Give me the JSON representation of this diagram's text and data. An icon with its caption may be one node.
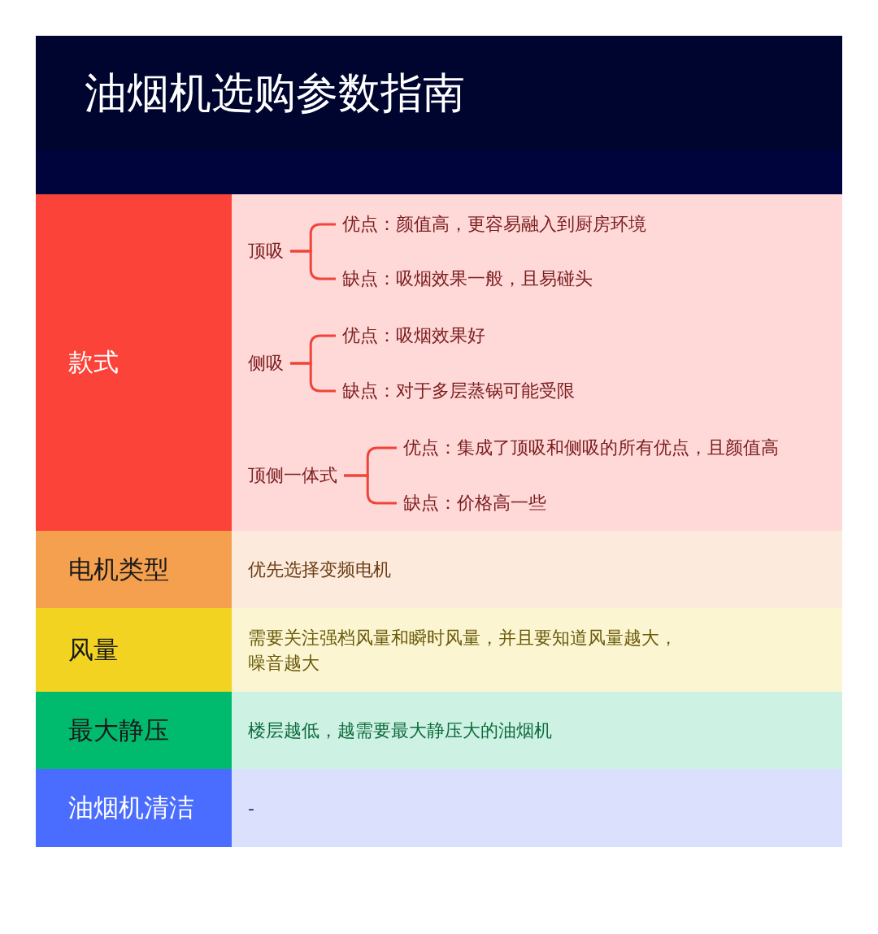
{
  "diagram": {
    "title": "油烟机选购参数指南",
    "nodes": [
      {
        "text": [
          "款式"
        ]
      },
      {
        "text": [
          "顶吸"
        ]
      },
      {
        "text": [
          "优点：颜值高，更容易融入到厨房环境"
        ]
      },
      {
        "text": [
          "缺点：吸烟效果一般，且易碰头"
        ]
      },
      {
        "text": [
          "侧吸"
        ]
      },
      {
        "text": [
          "优点：吸烟效果好"
        ]
      },
      {
        "text": [
          "缺点：对于多层蒸锅可能受限"
        ]
      },
      {
        "text": [
          "顶侧一体式"
        ]
      },
      {
        "text": [
          "优点：集成了顶吸和侧吸的所有优点，且颜值高"
        ]
      },
      {
        "text": [
          "缺点：价格高一些"
        ]
      },
      {
        "text": [
          "电机类型"
        ]
      },
      {
        "text": [
          "优先选择变频电机"
        ]
      },
      {
        "text": [
          "风量"
        ]
      },
      {
        "text": [
          "需要关注强档风量和瞬时风量，并且要知道风量越大，噪音越大"
        ]
      },
      {
        "text": [
          "最大静压"
        ]
      },
      {
        "text": [
          "楼层越低，越需要最大静压大的油烟机"
        ]
      },
      {
        "text": [
          "油烟机清洁"
        ]
      },
      {
        "text": [
          "-"
        ]
      }
    ],
    "edges": [
      {
        "from": 1,
        "to": 2,
        "arrow": "none"
      },
      {
        "from": 1,
        "to": 3,
        "arrow": "none"
      },
      {
        "from": 4,
        "to": 5,
        "arrow": "none"
      },
      {
        "from": 4,
        "to": 6,
        "arrow": "none"
      },
      {
        "from": 7,
        "to": 8,
        "arrow": "none"
      },
      {
        "from": 7,
        "to": 9,
        "arrow": "none"
      }
    ]
  }
}
